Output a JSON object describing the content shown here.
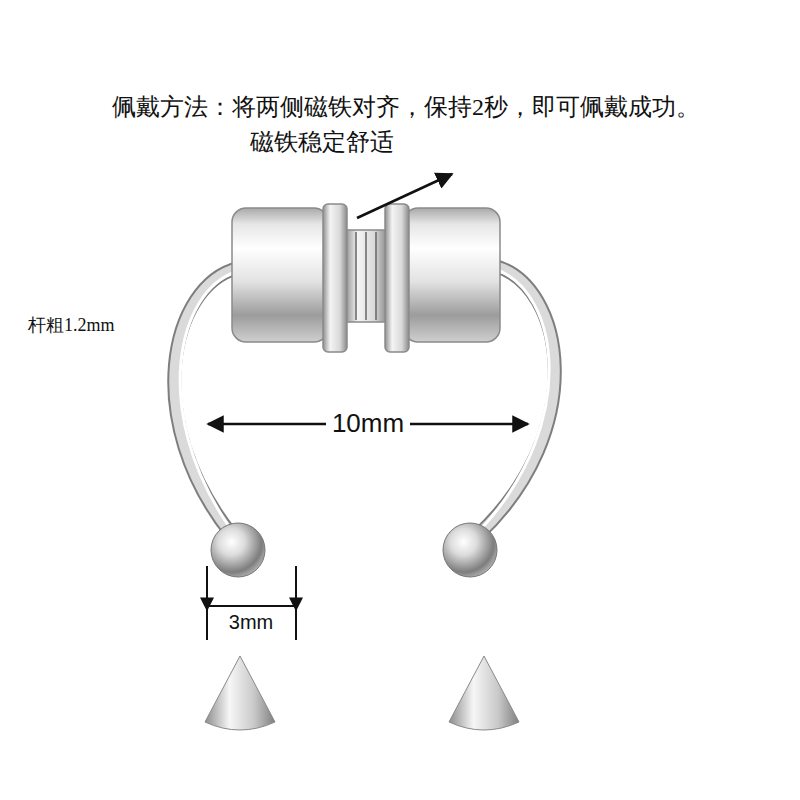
{
  "diagram": {
    "labels": [
      "佩戴方法：将两侧磁铁对齐，保持2秒，即可佩戴成功。",
      "磁铁稳定舒适",
      "杆粗1.2mm",
      "10mm",
      "3mm"
    ]
  }
}
